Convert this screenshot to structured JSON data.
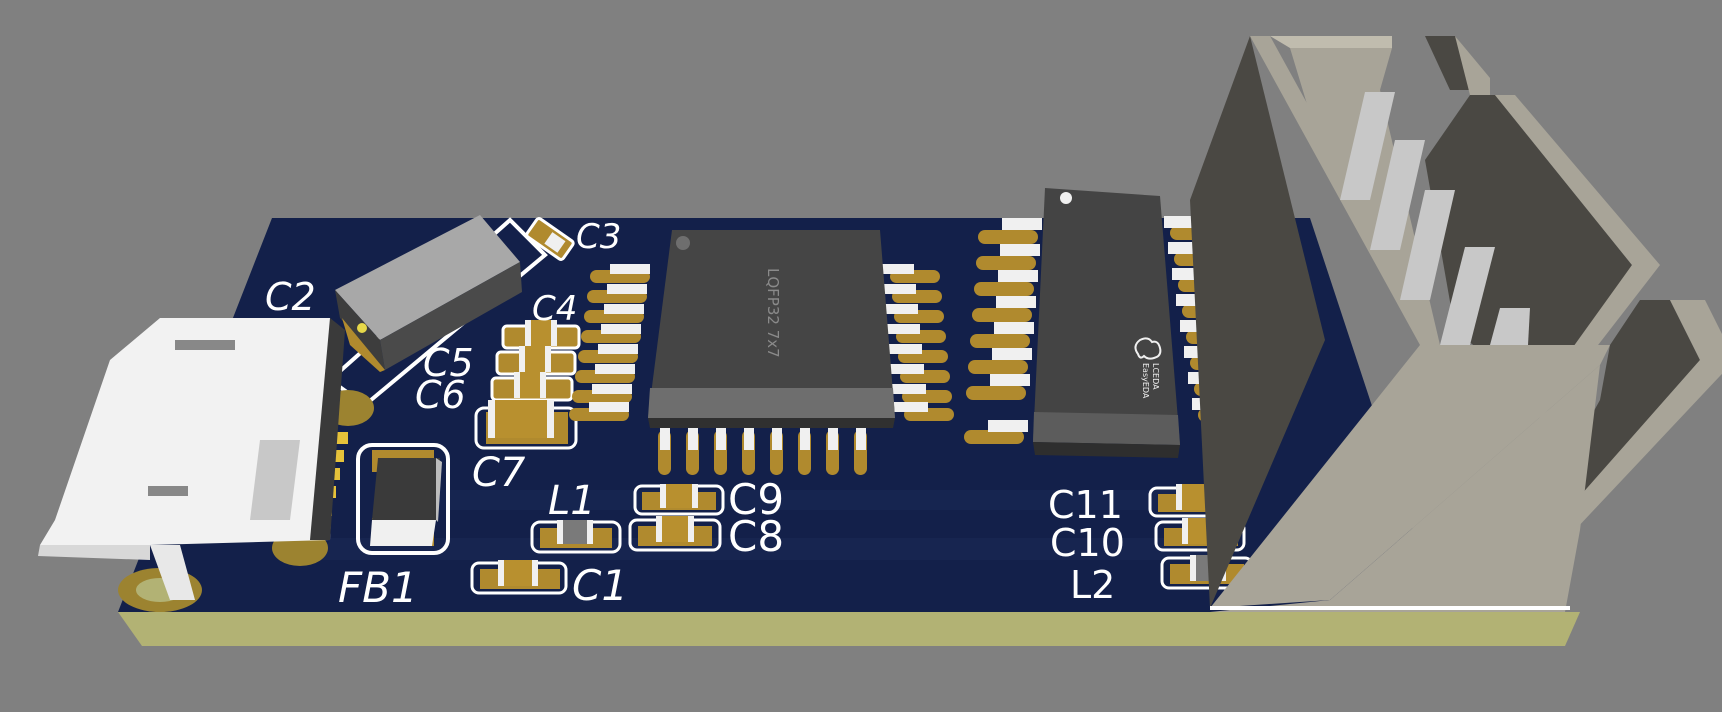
{
  "viewer": {
    "background_color": "#808080",
    "board": {
      "soldermask_color": "#13204a",
      "substrate_edge_color": "#b2b274",
      "pad_color": "#b08a2e",
      "silkscreen_color": "#ffffff"
    }
  },
  "components": {
    "mcu": {
      "marking": "LQFP32 7x7",
      "body_color": "#454545"
    },
    "soic": {
      "logo_line1": "LCEDA",
      "logo_line2": "EasyEDA",
      "body_color": "#444444"
    },
    "crystal": {
      "body_color": "#8f8f8f"
    },
    "usb_connector": {
      "type": "micro-usb",
      "color": "#f2f2f2"
    },
    "header_connector": {
      "color": "#a8a498",
      "pins": 5
    }
  },
  "silkscreen": {
    "C1": "C1",
    "C2": "C2",
    "C3": "C3",
    "C4": "C4",
    "C5": "C5",
    "C6": "C6",
    "C7": "C7",
    "C8": "C8",
    "C9": "C9",
    "C10": "C10",
    "C11": "C11",
    "L1": "L1",
    "L2": "L2",
    "FB1": "FB1"
  }
}
